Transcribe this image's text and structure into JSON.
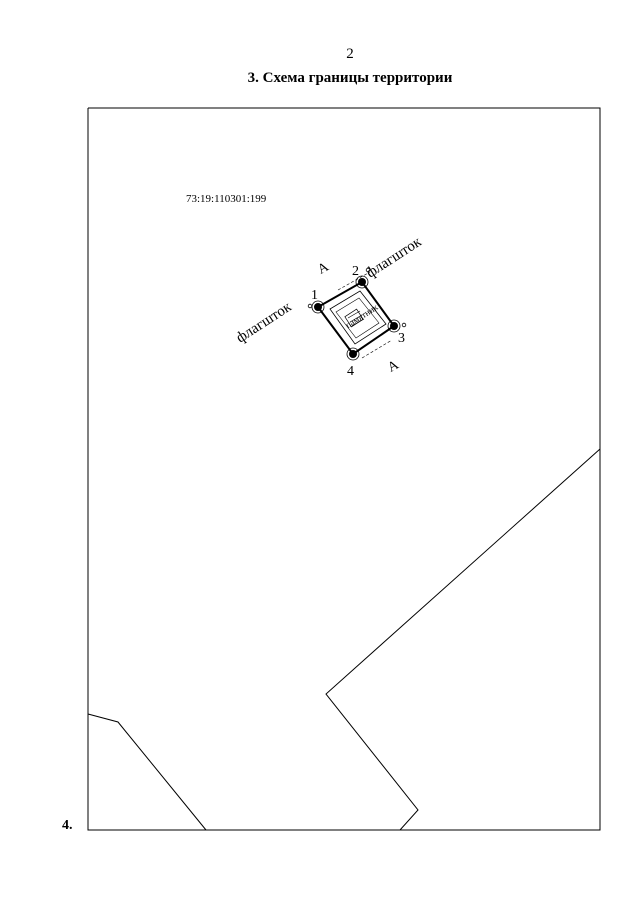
{
  "header": {
    "page_number": "2",
    "title": "3.   Схема границы территории"
  },
  "scheme": {
    "cadastral_number": "73:19:110301:199",
    "flagpole_label": "флагшток",
    "flagpole_label_right": "флагшток",
    "monument_label": "памятник",
    "section_marker": "А",
    "section_marker_bottom": "А",
    "point_1": "1",
    "point_2": "2",
    "point_3": "3",
    "point_4": "4"
  },
  "footer": {
    "section_number": "4."
  }
}
